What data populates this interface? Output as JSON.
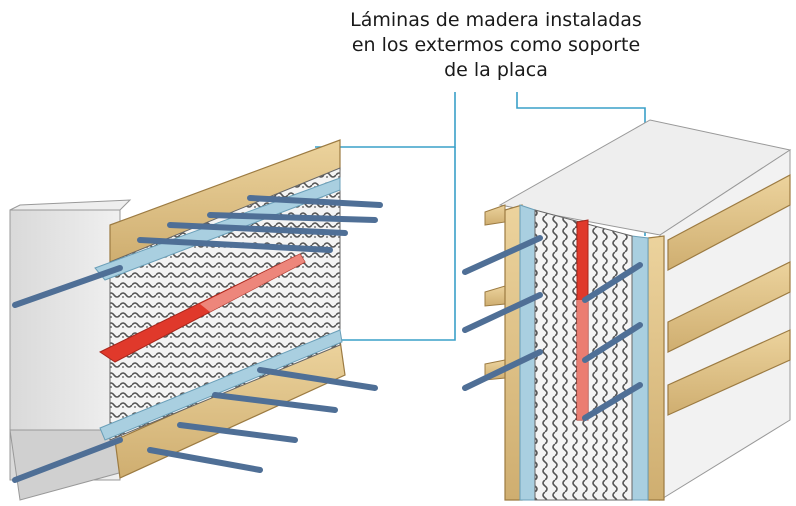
{
  "caption": {
    "line1": "Láminas de madera instaladas",
    "line2": "en los extermos como soporte",
    "line3": "de la placa"
  },
  "colors": {
    "wood": "#e2c58c",
    "wood_dark": "#c9a86a",
    "concrete": "#e6e6e6",
    "concrete_dark": "#b9b9b9",
    "rebar": "#4f6f96",
    "leader": "#3aa0c8",
    "plate_blue": "#a9cfe0",
    "accent_red": "#e0392b"
  }
}
